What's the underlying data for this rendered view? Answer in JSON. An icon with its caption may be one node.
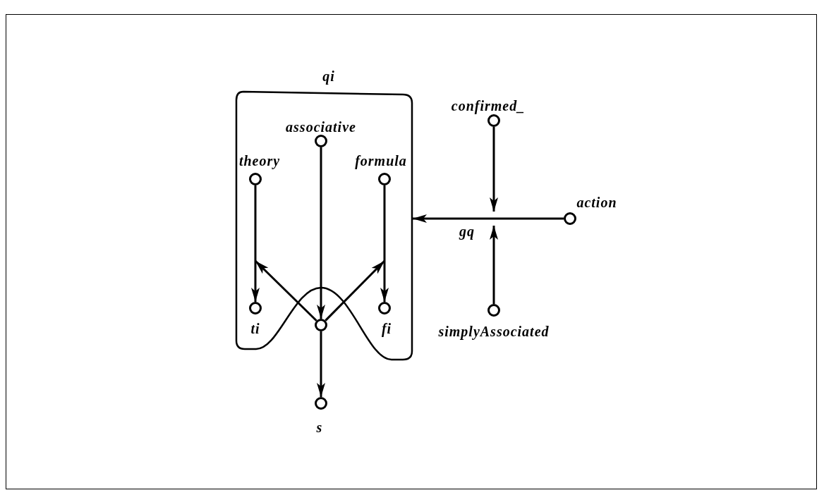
{
  "diagram": {
    "nodes": [
      {
        "text": [
          "qi"
        ]
      },
      {
        "text": [],
        "shape": "circle",
        "beside": [
          "associative"
        ],
        "in": 0
      },
      {
        "text": [],
        "shape": "circle",
        "beside": [
          "theory"
        ],
        "in": 0
      },
      {
        "text": [],
        "shape": "circle",
        "beside": [
          "formula"
        ],
        "in": 0
      },
      {
        "text": [],
        "shape": "circle",
        "beside": [
          "ti"
        ],
        "in": 0
      },
      {
        "text": [],
        "shape": "circle"
      },
      {
        "text": [],
        "shape": "circle",
        "beside": [
          "fi"
        ],
        "in": 0
      },
      {
        "text": [],
        "shape": "circle",
        "beside": [
          "s"
        ]
      },
      {
        "text": [],
        "shape": "circle",
        "beside": [
          "confirmed_"
        ]
      },
      {
        "text": [],
        "shape": "circle",
        "beside": [
          "action"
        ]
      },
      {
        "text": [],
        "shape": "circle",
        "beside": [
          "simplyAssociated"
        ]
      }
    ],
    "edges": [
      {
        "from": 2,
        "to": 4,
        "arrow": "to"
      },
      {
        "from": 1,
        "to": 5,
        "arrow": "to"
      },
      {
        "from": 3,
        "to": 6,
        "arrow": "to"
      },
      {
        "from": 5,
        "to": 7,
        "arrow": "to"
      },
      {
        "from": 5,
        "to": 0,
        "arrow": "to"
      },
      {
        "from": 5,
        "to": 0,
        "arrow": "to"
      },
      {
        "from": 8,
        "to": null,
        "arrow": "to"
      },
      {
        "from": 10,
        "to": null,
        "arrow": "to"
      },
      {
        "from": 9,
        "to": 0,
        "arrow": "to",
        "label": "gq"
      }
    ]
  }
}
